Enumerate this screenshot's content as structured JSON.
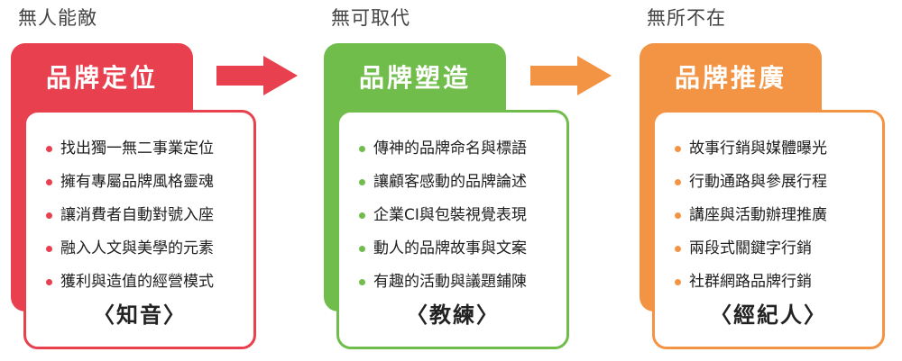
{
  "colors": {
    "red": "#e8404f",
    "green": "#71bd4c",
    "orange": "#f39444"
  },
  "columns": [
    {
      "label": "無人能敵",
      "title": "品牌定位",
      "items": [
        "找出獨一無二事業定位",
        "擁有專屬品牌風格靈魂",
        "讓消費者自動對號入座",
        "融入人文與美學的元素",
        "獲利與造值的經營模式"
      ],
      "tagline": "〈知音〉"
    },
    {
      "label": "無可取代",
      "title": "品牌塑造",
      "items": [
        "傳神的品牌命名與標語",
        "讓顧客感動的品牌論述",
        "企業CI與包裝視覺表現",
        "動人的品牌故事與文案",
        "有趣的活動與議題鋪陳"
      ],
      "tagline": "〈教練〉"
    },
    {
      "label": "無所不在",
      "title": "品牌推廣",
      "items": [
        "故事行銷與媒體曝光",
        "行動通路與參展行程",
        "講座與活動辦理推廣",
        "兩段式關鍵字行銷",
        "社群網路品牌行銷"
      ],
      "tagline": "〈經紀人〉"
    }
  ]
}
